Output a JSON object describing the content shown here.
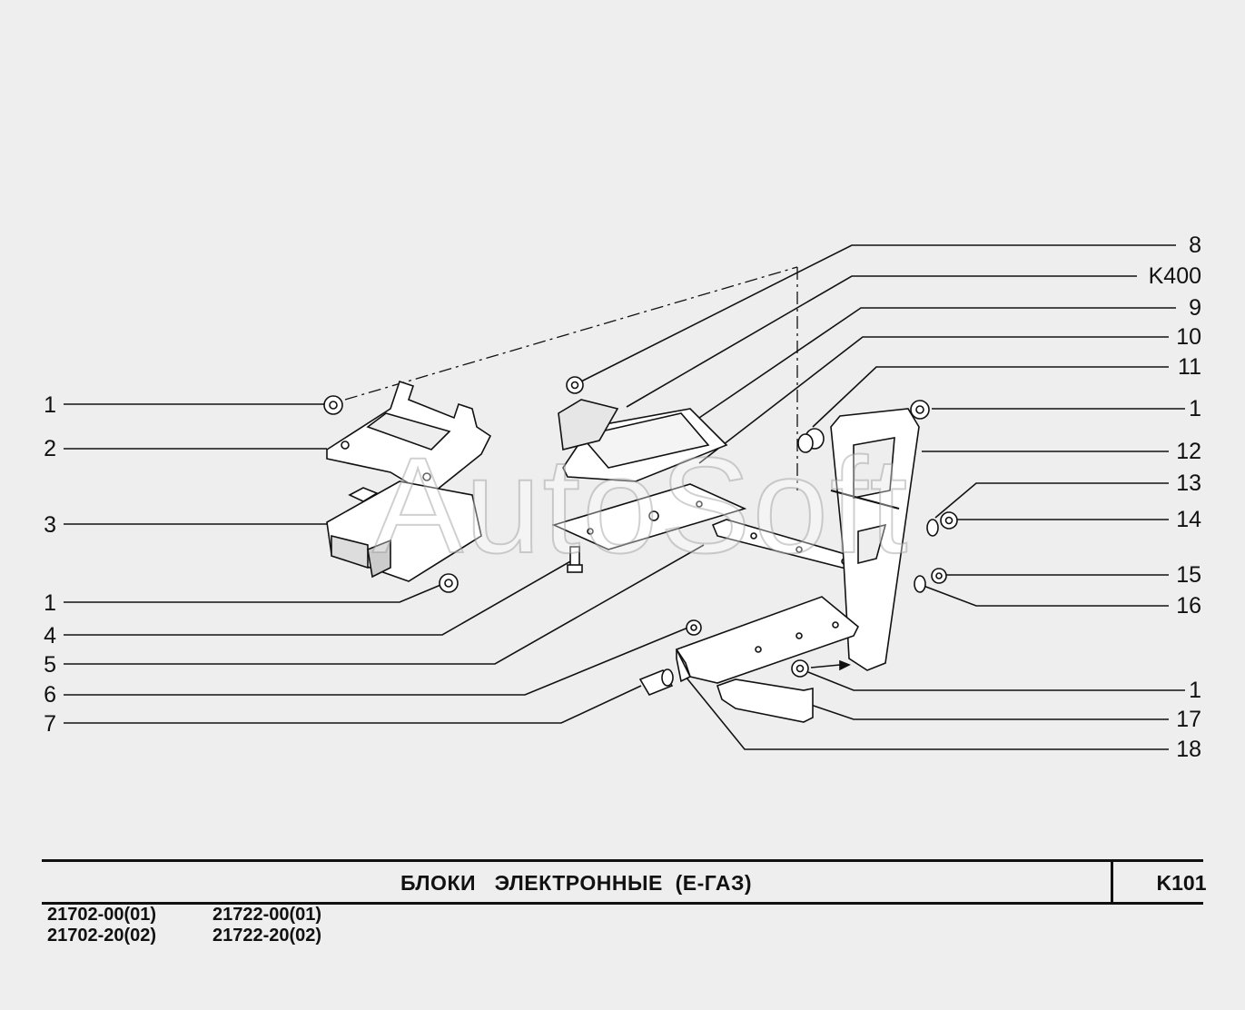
{
  "callouts_left": [
    {
      "id": "l1",
      "label": "1"
    },
    {
      "id": "l2",
      "label": "2"
    },
    {
      "id": "l3",
      "label": "3"
    },
    {
      "id": "l4",
      "label": "1"
    },
    {
      "id": "l5",
      "label": "4"
    },
    {
      "id": "l6",
      "label": "5"
    },
    {
      "id": "l7",
      "label": "6"
    },
    {
      "id": "l8",
      "label": "7"
    }
  ],
  "callouts_right": [
    {
      "id": "r1",
      "label": "8"
    },
    {
      "id": "r2",
      "label": "K400"
    },
    {
      "id": "r3",
      "label": "9"
    },
    {
      "id": "r4",
      "label": "10"
    },
    {
      "id": "r5",
      "label": "11"
    },
    {
      "id": "r6",
      "label": "1"
    },
    {
      "id": "r7",
      "label": "12"
    },
    {
      "id": "r8",
      "label": "13"
    },
    {
      "id": "r9",
      "label": "14"
    },
    {
      "id": "r10",
      "label": "15"
    },
    {
      "id": "r11",
      "label": "16"
    },
    {
      "id": "r12",
      "label": "1"
    },
    {
      "id": "r13",
      "label": "17"
    },
    {
      "id": "r14",
      "label": "18"
    }
  ],
  "watermark": "AutoSoft",
  "title": "БЛОКИ   ЭЛЕКТРОННЫЕ  (Е-ГАЗ)",
  "sheet_code": "K101",
  "models_col1": [
    "21702-00(01)",
    "21702-20(02)"
  ],
  "models_col2": [
    "21722-00(01)",
    "21722-20(02)"
  ]
}
